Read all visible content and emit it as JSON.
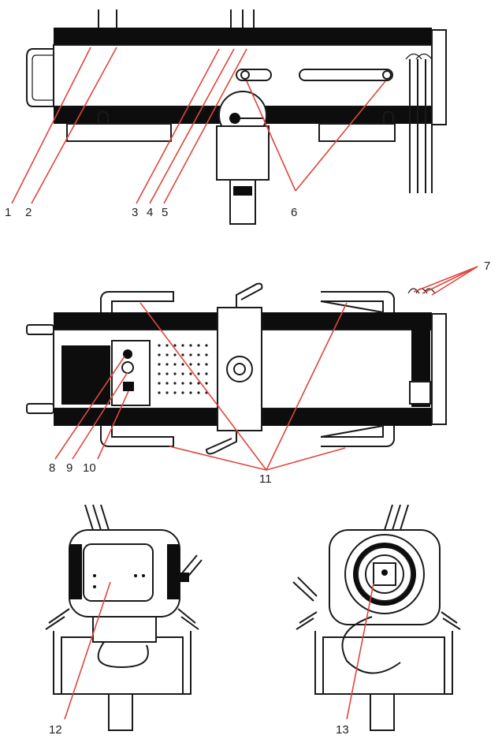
{
  "callouts": [
    {
      "id": "1",
      "text": "1"
    },
    {
      "id": "2",
      "text": "2"
    },
    {
      "id": "3",
      "text": "3"
    },
    {
      "id": "4",
      "text": "4"
    },
    {
      "id": "5",
      "text": "5"
    },
    {
      "id": "6",
      "text": "6"
    },
    {
      "id": "7",
      "text": "7"
    },
    {
      "id": "8",
      "text": "8"
    },
    {
      "id": "9",
      "text": "9"
    },
    {
      "id": "10",
      "text": "10"
    },
    {
      "id": "11",
      "text": "11"
    },
    {
      "id": "12",
      "text": "12"
    },
    {
      "id": "13",
      "text": "13"
    }
  ],
  "colors": {
    "callout_line": "#e0463c",
    "outline": "#1a1a1a",
    "body_dark": "#0d0d0d"
  }
}
